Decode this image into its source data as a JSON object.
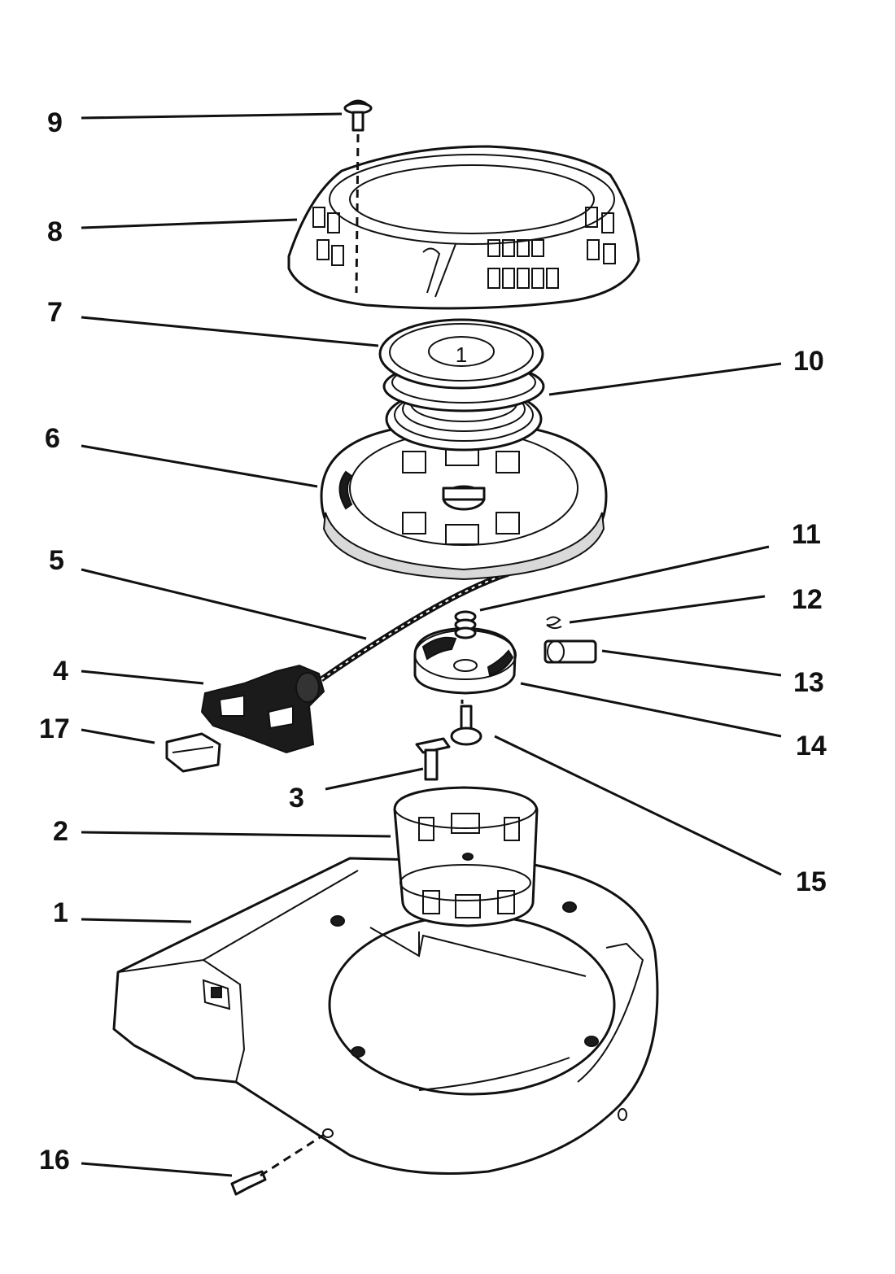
{
  "callouts": {
    "c1": "1",
    "c2": "2",
    "c3": "3",
    "c4": "4",
    "c5": "5",
    "c6": "6",
    "c7": "7",
    "c8": "8",
    "c9": "9",
    "c10": "10",
    "c11": "11",
    "c12": "12",
    "c13": "13",
    "c14": "14",
    "c15": "15",
    "c16": "16",
    "c17": "17"
  },
  "part_markings": {
    "spring_center": "1"
  },
  "colors": {
    "line": "#111111",
    "background": "#ffffff"
  }
}
